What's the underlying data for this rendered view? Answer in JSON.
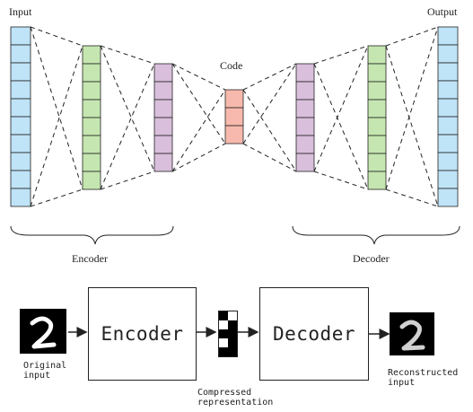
{
  "top_diagram": {
    "input_label": "Input",
    "output_label": "Output",
    "code_label": "Code",
    "encoder_label": "Encoder",
    "decoder_label": "Decoder",
    "colors": {
      "input": "#bfe3f7",
      "hidden1": "#c5e6b0",
      "hidden2": "#d9bfdc",
      "code": "#f7b9ad",
      "stroke": "#222222"
    }
  },
  "bottom_pipeline": {
    "encoder_box": "Encoder",
    "decoder_box": "Decoder",
    "original_caption": [
      "Original",
      "input"
    ],
    "compressed_caption": [
      "Compressed",
      "representation"
    ],
    "reconstructed_caption": [
      "Reconstructed",
      "input"
    ],
    "digit": "2"
  }
}
